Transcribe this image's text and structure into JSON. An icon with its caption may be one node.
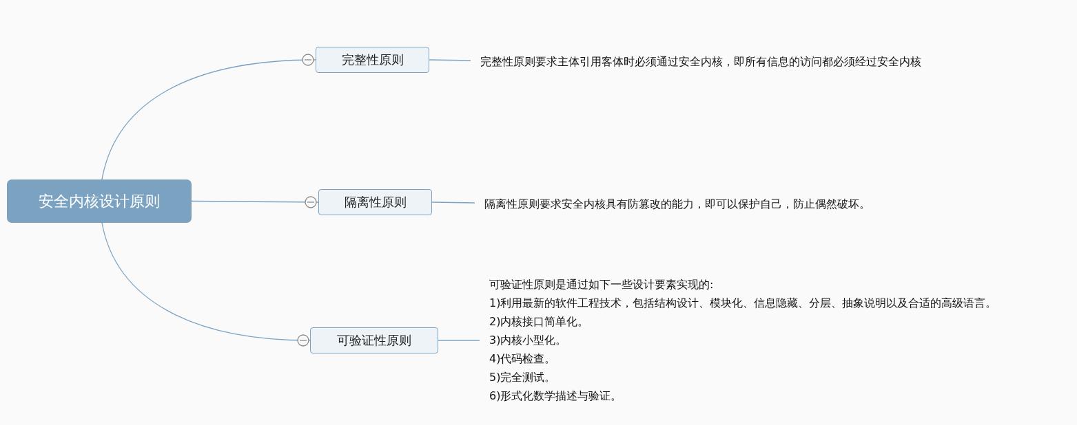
{
  "diagram": {
    "nodes": [
      {
        "text": [
          "安全内核设计原则"
        ]
      },
      {
        "text": [
          "完整性原则"
        ]
      },
      {
        "text": [
          "隔离性原则"
        ]
      },
      {
        "text": [
          "可验证性原则"
        ]
      },
      {
        "text": [
          "完整性原则要求主体引用客体时必须通过安全内核，即所有信息的访问都必须经过安全内核"
        ]
      },
      {
        "text": [
          "隔离性原则要求安全内核具有防篡改的能力，即可以保护自己，防止偶然破坏。"
        ]
      },
      {
        "text": [
          "可验证性原则是通过如下一些设计要素实现的:",
          "1)利用最新的软件工程技术，包括结构设计、模块化、信息隐藏、分层、抽象说明以及合适的高级语言。",
          "2)内核接口简单化。",
          "3)内核小型化。",
          "4)代码检查。",
          "5)完全测试。",
          "6)形式化数学描述与验证。"
        ]
      }
    ],
    "edges": [
      {
        "from": 0,
        "to": 1,
        "arrow": "none"
      },
      {
        "from": 0,
        "to": 2,
        "arrow": "none"
      },
      {
        "from": 0,
        "to": 3,
        "arrow": "none"
      },
      {
        "from": 1,
        "to": 4,
        "arrow": "none"
      },
      {
        "from": 2,
        "to": 5,
        "arrow": "none"
      },
      {
        "from": 3,
        "to": 6,
        "arrow": "none"
      }
    ]
  }
}
